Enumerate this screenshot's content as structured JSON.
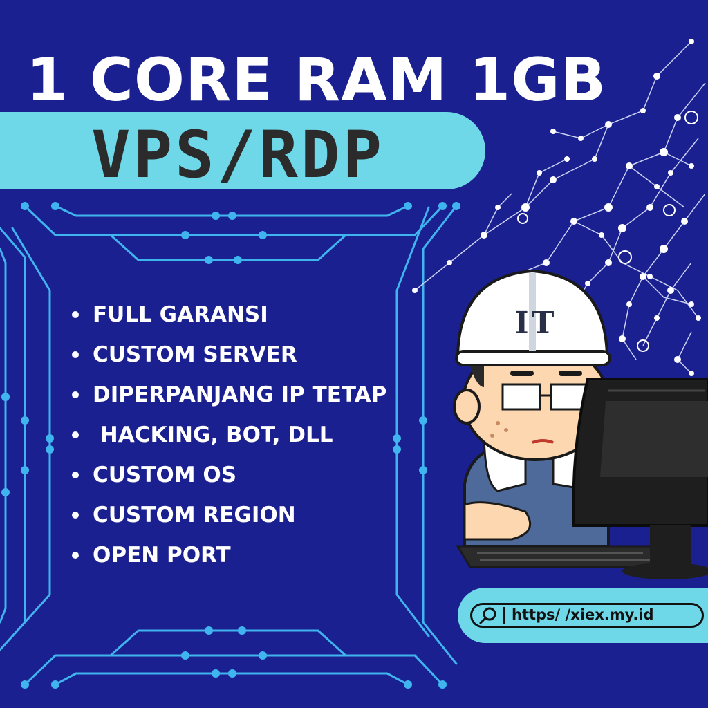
{
  "headline": "1 CORE RAM 1GB",
  "banner": "VPS/RDP",
  "features": [
    "FULL GARANSI",
    "CUSTOM SERVER",
    "DIPERPANJANG IP TETAP",
    " HACKING, BOT, DLL",
    "CUSTOM OS",
    "CUSTOM REGION",
    "OPEN PORT"
  ],
  "url": "https/ /xiex.my.id",
  "illustration": {
    "helmet_label": "IT"
  },
  "icons": {
    "search": "search-icon"
  },
  "colors": {
    "background": "#1b2090",
    "accent": "#6fd8e8",
    "circuit": "#3fb4ee",
    "text": "#ffffff"
  }
}
